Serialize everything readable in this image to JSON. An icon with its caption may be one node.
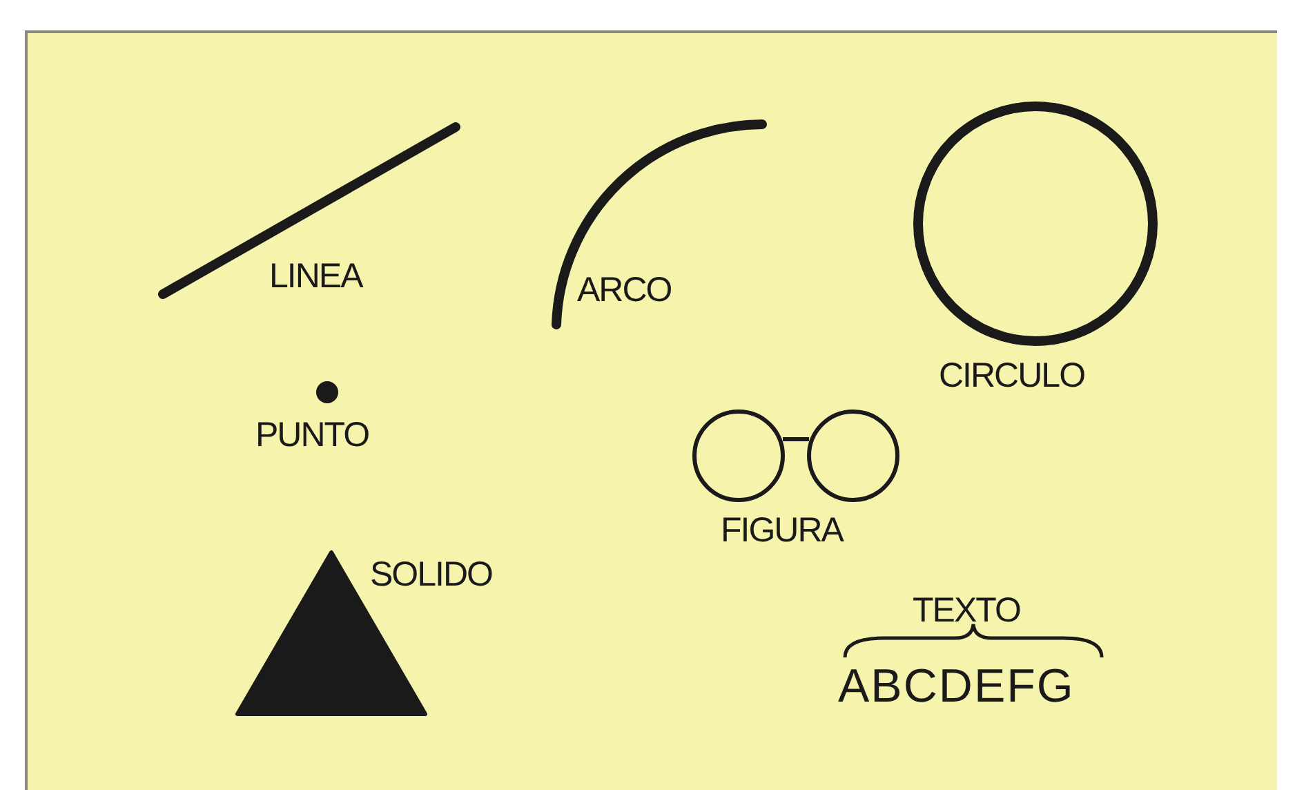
{
  "diagram": {
    "labels": [
      "LINEA",
      "ARCO",
      "CIRCULO",
      "PUNTO",
      "FIGURA",
      "SOLIDO",
      "TEXTO",
      "ABCDEFG"
    ]
  }
}
